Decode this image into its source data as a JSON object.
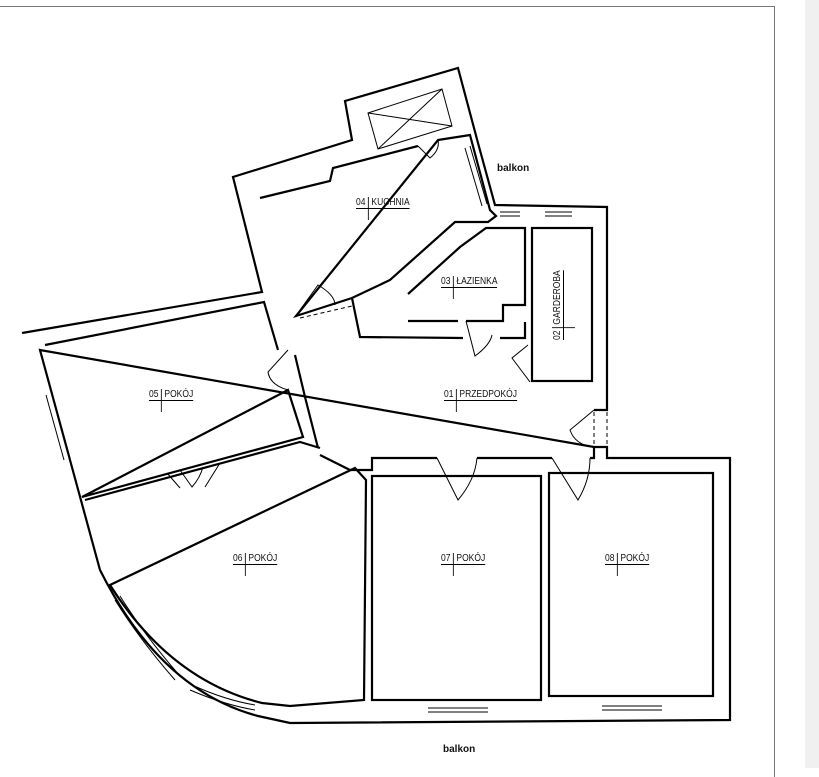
{
  "rooms": [
    {
      "num": "01",
      "name": "PRZEDPOKÓJ"
    },
    {
      "num": "02",
      "name": "GARDEROBA"
    },
    {
      "num": "03",
      "name": "ŁAZIENKA"
    },
    {
      "num": "04",
      "name": "KUCHNIA"
    },
    {
      "num": "05",
      "name": "POKÓJ"
    },
    {
      "num": "06",
      "name": "POKÓJ"
    },
    {
      "num": "07",
      "name": "POKÓJ"
    },
    {
      "num": "08",
      "name": "POKÓJ"
    }
  ],
  "balcony_labels": [
    "balkon",
    "balkon"
  ]
}
